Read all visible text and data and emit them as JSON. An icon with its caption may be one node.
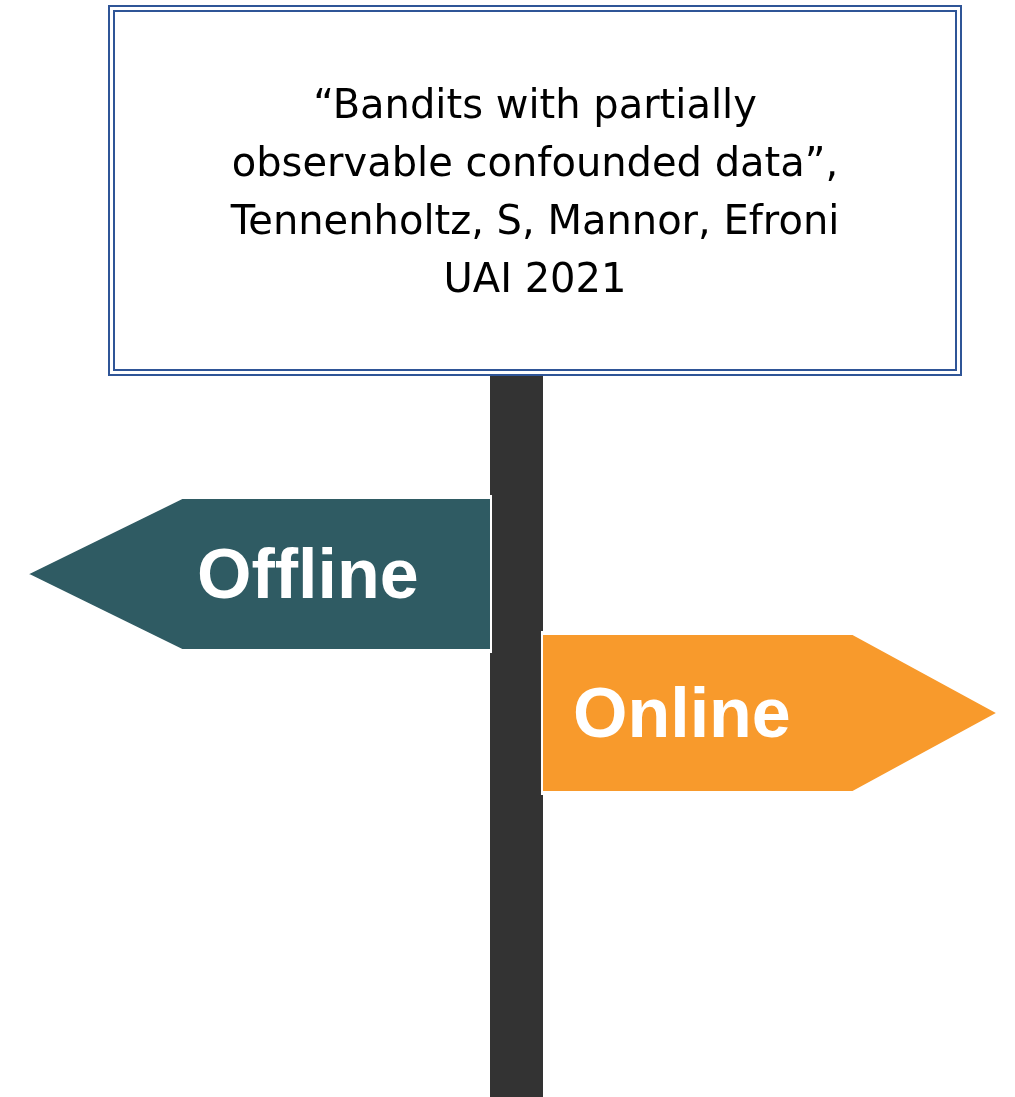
{
  "diagram": {
    "nodes": [
      {
        "text": [
          "“Bandits with partially observable confounded data”, Tennenholtz, S, Mannor, Efroni",
          "UAI 2021"
        ]
      },
      {
        "text": [
          "Offline"
        ]
      },
      {
        "text": [
          "Online"
        ]
      },
      {
        "text": [],
        "shape": "bar"
      }
    ]
  }
}
